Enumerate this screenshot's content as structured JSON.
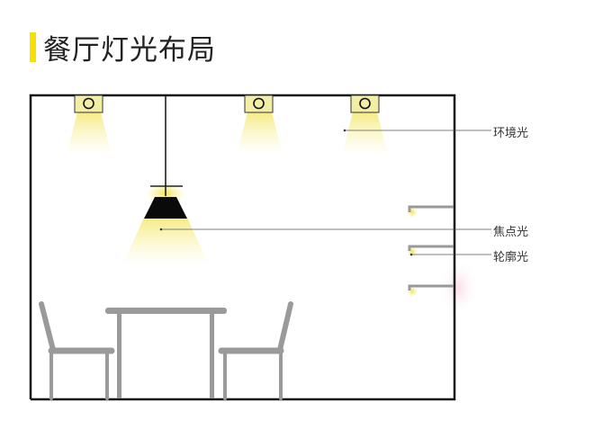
{
  "title": "餐厅灯光布局",
  "labels": {
    "ambient": "环境光",
    "focal": "焦点光",
    "contour": "轮廓光"
  },
  "colors": {
    "accent": "#f5e000",
    "light": "#f7ec5a",
    "furniture": "#9a9a9a",
    "wall": "#111111"
  }
}
